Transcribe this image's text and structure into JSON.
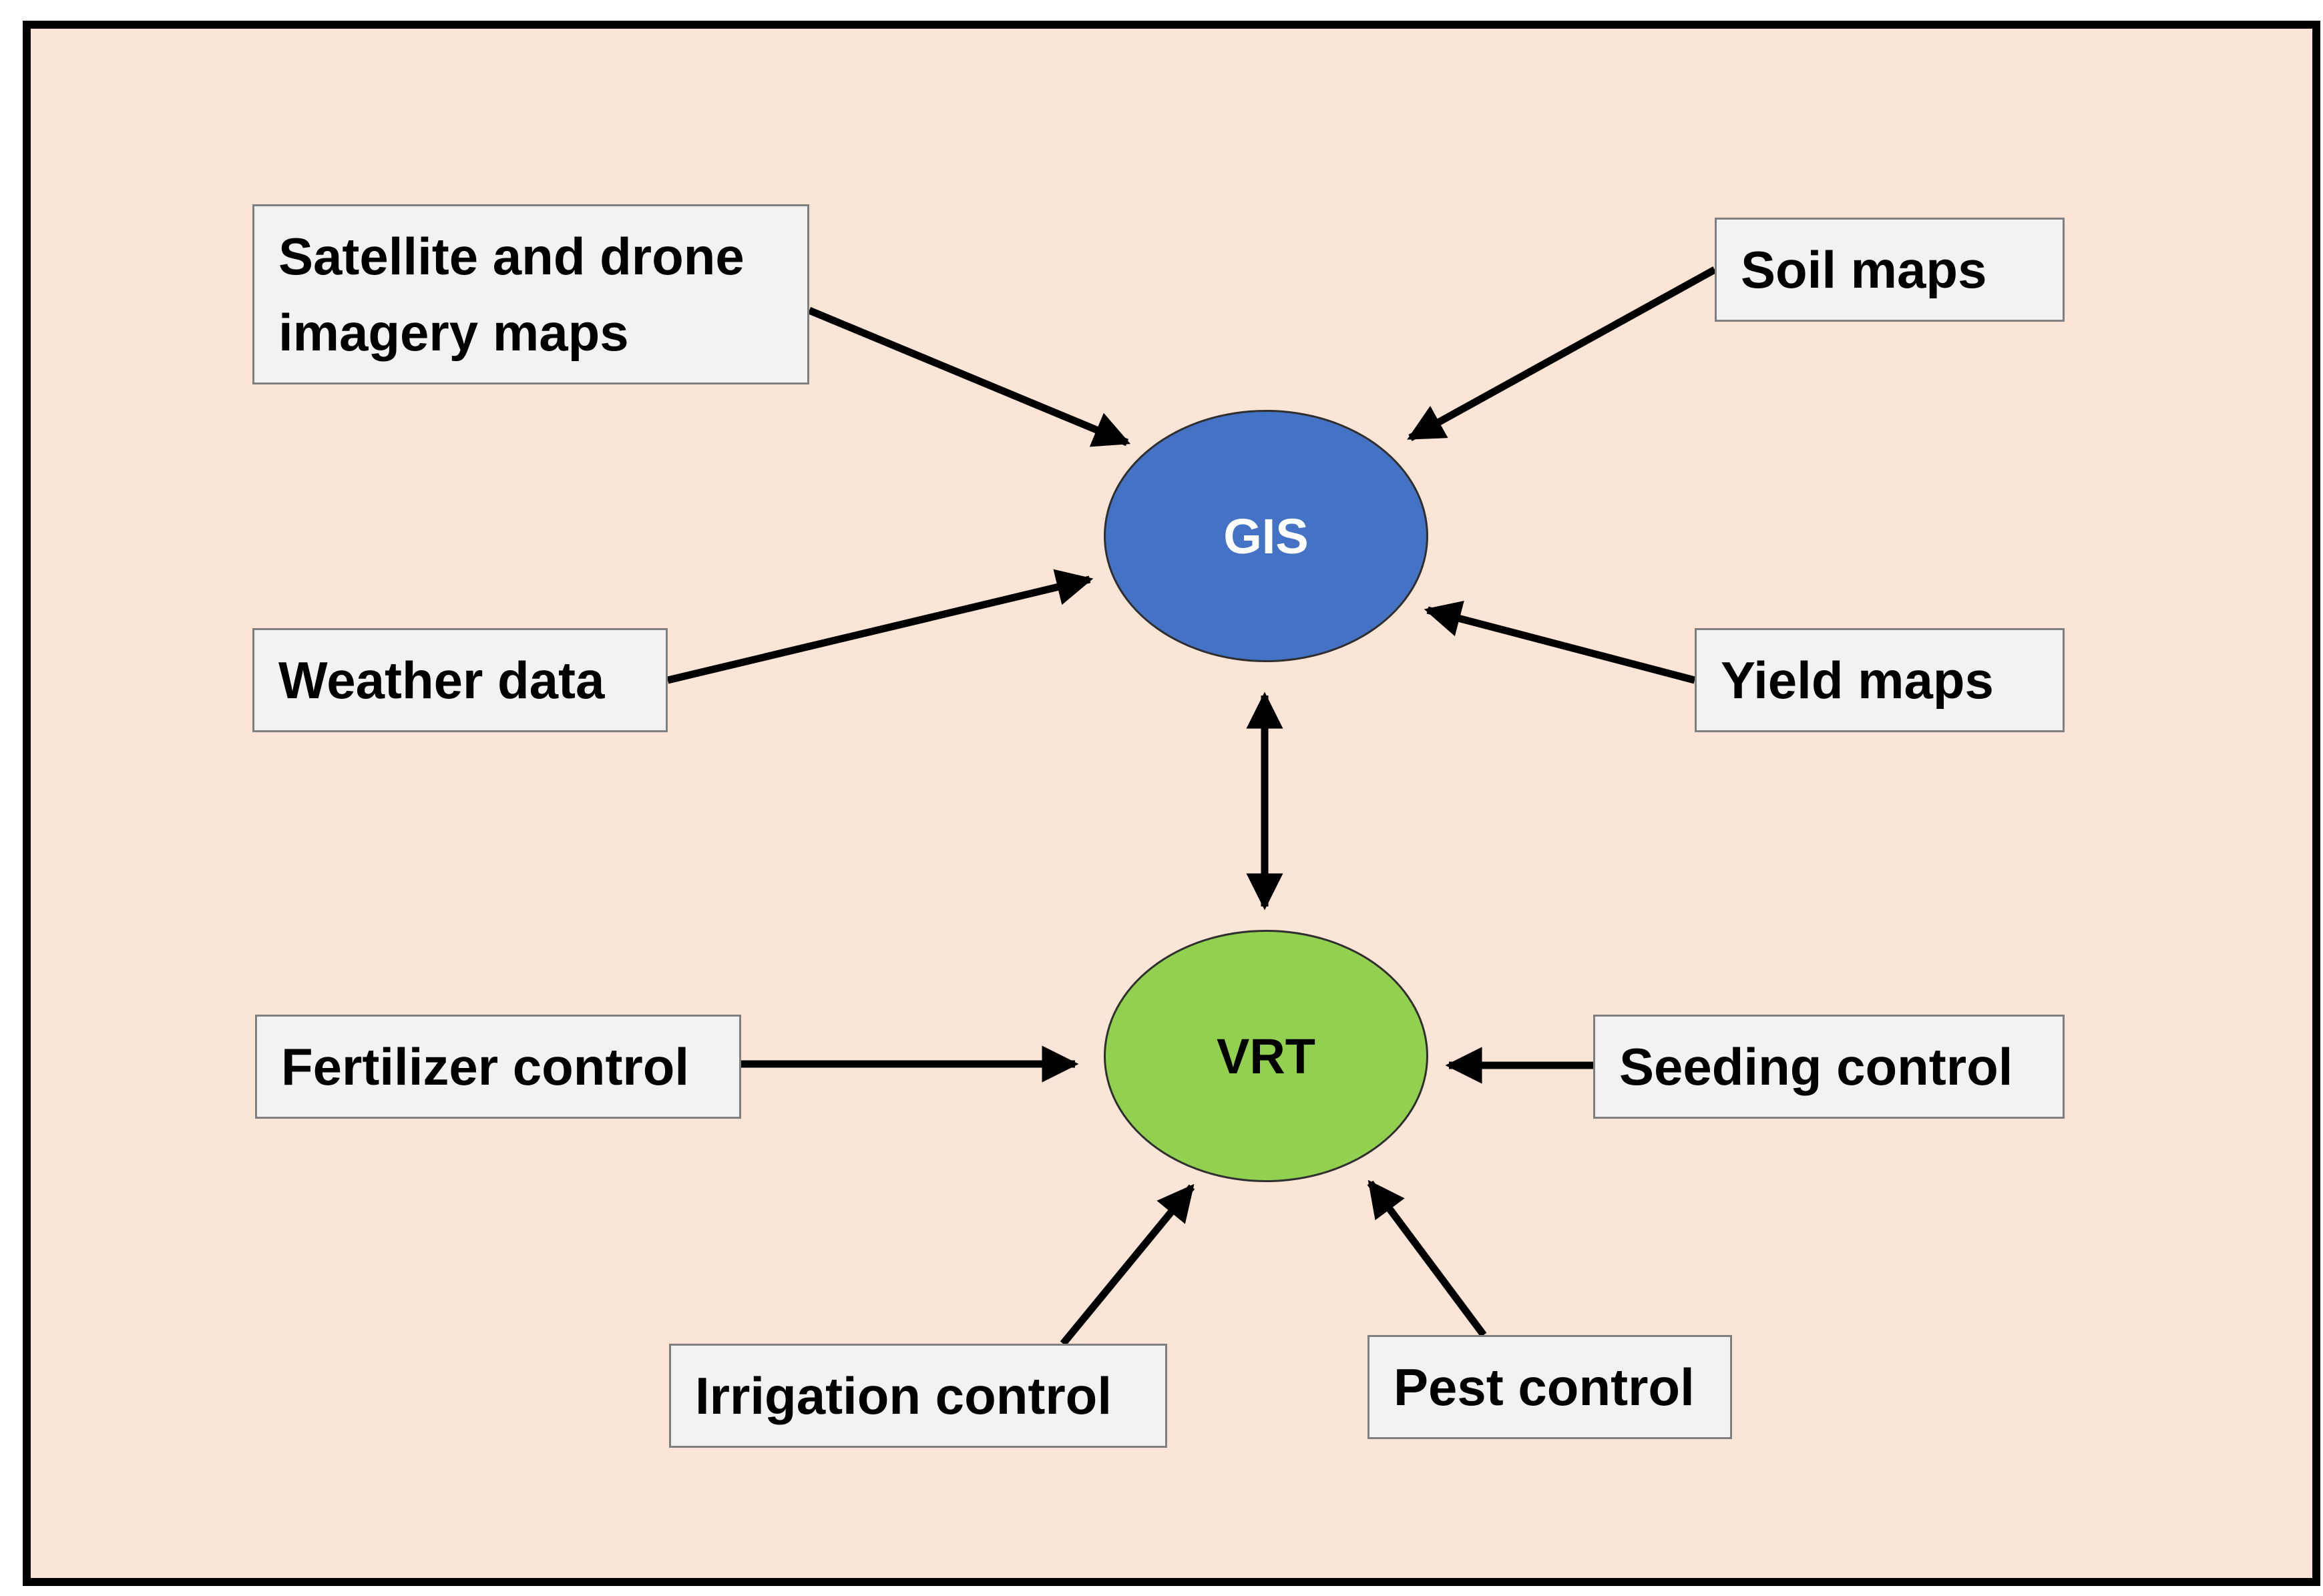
{
  "diagram": {
    "colors": {
      "background": "#fbe5d6",
      "frame_border": "#000000",
      "box_fill": "#f2f2f2",
      "box_border": "#7f7f7f",
      "gis_fill": "#4472c4",
      "gis_text": "#ffffff",
      "vrt_fill": "#92d050",
      "vrt_text": "#000000",
      "arrow": "#000000"
    },
    "nodes": {
      "gis": "GIS",
      "vrt": "VRT"
    },
    "inputs_to_gis": {
      "satellite": "Satellite and drone imagery maps",
      "soil": "Soil maps",
      "weather": "Weather data",
      "yield": "Yield maps"
    },
    "controls_to_vrt": {
      "fertilizer": "Fertilizer control",
      "seeding": "Seeding control",
      "irrigation": "Irrigation control",
      "pest": "Pest control"
    },
    "connections": [
      {
        "from": "satellite",
        "to": "gis",
        "direction": "forward"
      },
      {
        "from": "soil",
        "to": "gis",
        "direction": "forward"
      },
      {
        "from": "weather",
        "to": "gis",
        "direction": "forward"
      },
      {
        "from": "yield",
        "to": "gis",
        "direction": "forward"
      },
      {
        "from": "gis",
        "to": "vrt",
        "direction": "bidirectional"
      },
      {
        "from": "fertilizer",
        "to": "vrt",
        "direction": "forward"
      },
      {
        "from": "seeding",
        "to": "vrt",
        "direction": "forward"
      },
      {
        "from": "irrigation",
        "to": "vrt",
        "direction": "forward"
      },
      {
        "from": "pest",
        "to": "vrt",
        "direction": "forward"
      }
    ]
  }
}
